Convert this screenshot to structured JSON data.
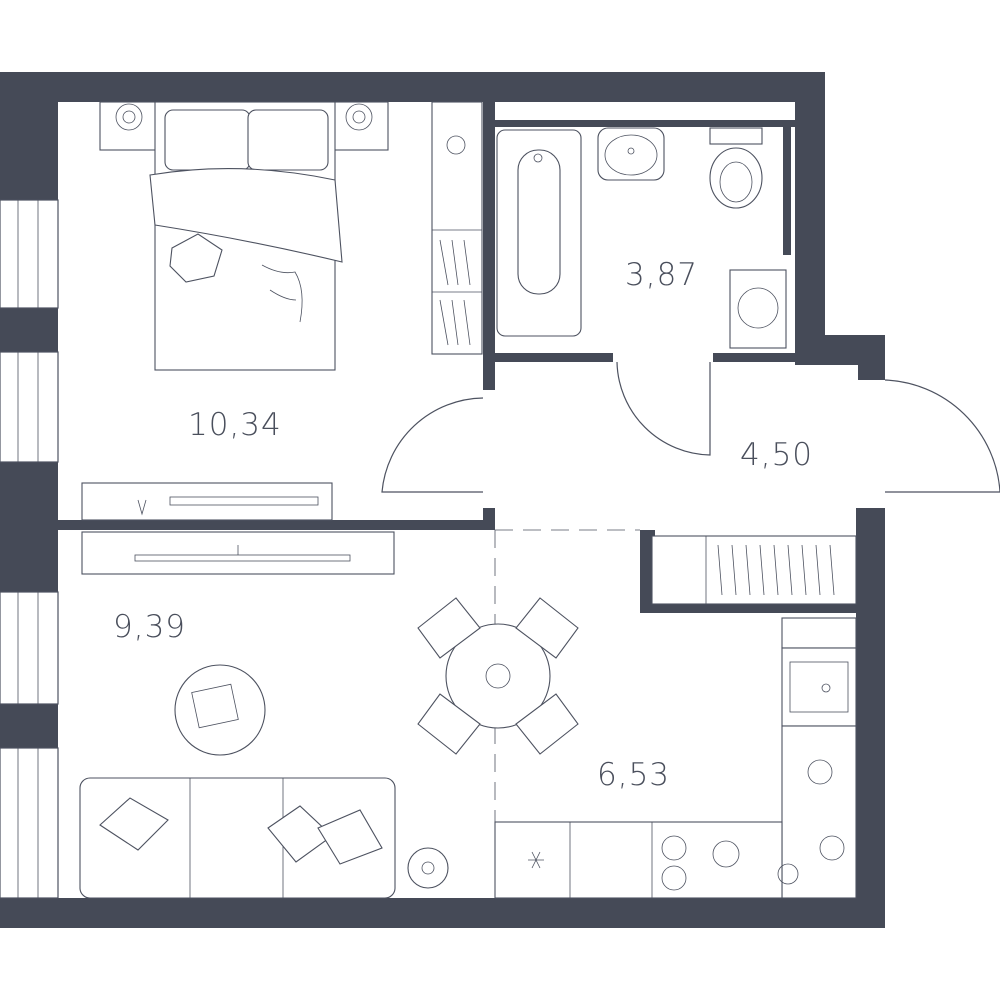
{
  "colors": {
    "wall": "#454a57",
    "line": "#4d5260",
    "text": "#4a4f5c"
  },
  "rooms": [
    {
      "id": "bedroom",
      "area": "10,34"
    },
    {
      "id": "bathroom",
      "area": "3,87"
    },
    {
      "id": "hallway",
      "area": "4,50"
    },
    {
      "id": "living",
      "area": "9,39"
    },
    {
      "id": "kitchen",
      "area": "6,53"
    }
  ]
}
